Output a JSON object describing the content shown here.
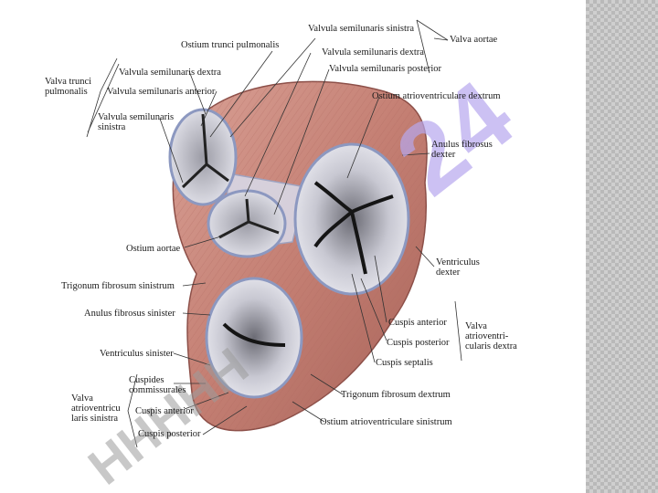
{
  "labels": {
    "valva_aortae": "Valva aortae",
    "valv_sem_sinistra": "Valvula semilunaris sinistra",
    "valv_sem_dextra": "Valvula semilunaris dextra",
    "valv_sem_posterior": "Valvula semilunaris posterior",
    "ostium_trunci": "Ostium trunci pulmonalis",
    "valva_trunci": "Valva trunci pulmonalis",
    "pulm_valv_dextra": "Valvula semilunaris dextra",
    "pulm_valv_anterior": "Valvula semilunaris anterior",
    "pulm_valv_sinistra": "Valvula semilunaris sinistra",
    "ostium_av_dextrum": "Ostium atrioventriculare dextrum",
    "anulus_dexter": "Anulus fibrosus dexter",
    "ostium_aortae": "Ostium aortae",
    "ventriculus_dexter": "Ventriculus dexter",
    "trigonum_sinistrum": "Trigonum fibrosum sinistrum",
    "anulus_sinister": "Anulus fibrosus sinister",
    "cuspis_anterior_r": "Cuspis anterior",
    "cuspis_posterior_r": "Cuspis posterior",
    "cuspis_septalis": "Cuspis septalis",
    "valva_av_dextra": "Valva atrioventri- cularis dextra",
    "ventriculus_sinister": "Ventriculus sinister",
    "cuspides_commissurales": "Cuspides commissurales",
    "valva_av_sinistra": "Valva atrioventricu laris sinistra",
    "cuspis_anterior_l": "Cuspis anterior",
    "cuspis_posterior_l": "Cuspis posterior",
    "trigonum_dextrum": "Trigonum fibrosum dextrum",
    "ostium_av_sinistrum": "Ostium atrioventriculare sinistrum"
  },
  "watermark": {
    "top_right": "24",
    "bottom_left": "HHHHH"
  },
  "colors": {
    "muscle": "#c98a7e",
    "muscle_dark": "#9a5a52",
    "valve": "#e6e6ee",
    "valve_edge": "#9aa6c8",
    "watermark": "#b7a8ee",
    "gray_wm": "#9c9c9c"
  }
}
